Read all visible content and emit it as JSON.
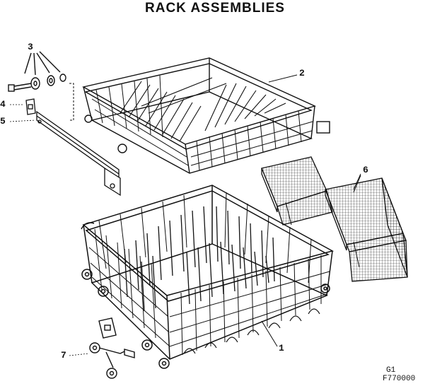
{
  "title": "RACK ASSEMBLIES",
  "callouts": {
    "c1": "1",
    "c2": "2",
    "c3": "3",
    "c4": "4",
    "c5": "5",
    "c6": "6",
    "c7": "7"
  },
  "footer": {
    "code1": "G1",
    "code2": "F770000"
  },
  "parts": [
    "lower-rack",
    "upper-rack",
    "roller-stud-kit",
    "rack-stop",
    "rack-track",
    "silverware-basket",
    "roller-assembly"
  ]
}
